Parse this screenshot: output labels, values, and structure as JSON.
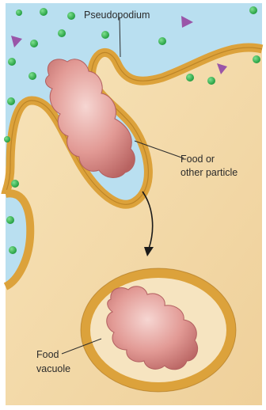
{
  "labels": {
    "pseudopodium": "Pseudopodium",
    "food_line1": "Food or",
    "food_line2": "other particle",
    "vacuole_line1": "Food",
    "vacuole_line2": "vacuole"
  },
  "colors": {
    "extracellular": "#b9dff0",
    "cytoplasm": "#f2d8a6",
    "membrane": "#dca23b",
    "membrane_edge": "#a8711a",
    "particle": "#d98a86",
    "particle_dark": "#b25f60",
    "molecule_green": "#2fb34f",
    "molecule_purple": "#9a55a8"
  }
}
